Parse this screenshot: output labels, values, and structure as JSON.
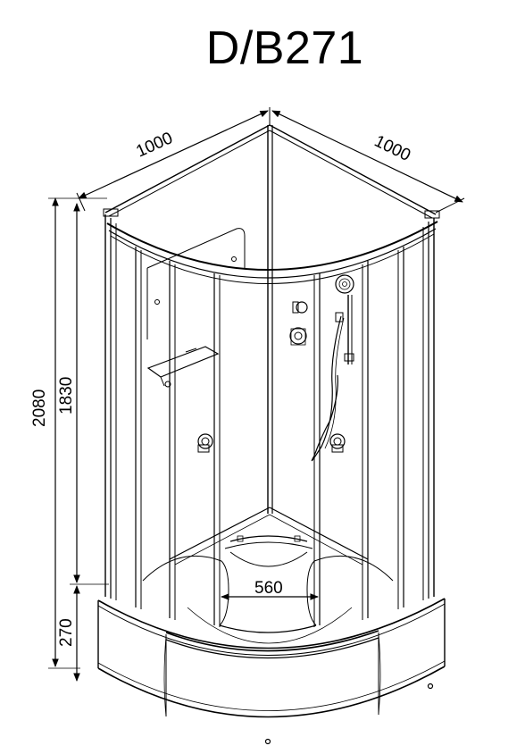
{
  "title": "D/B271",
  "dimensions": {
    "width_left": "1000",
    "width_right": "1000",
    "total_height": "2080",
    "enclosure_height": "1830",
    "tray_height": "270",
    "door_opening": "560"
  }
}
